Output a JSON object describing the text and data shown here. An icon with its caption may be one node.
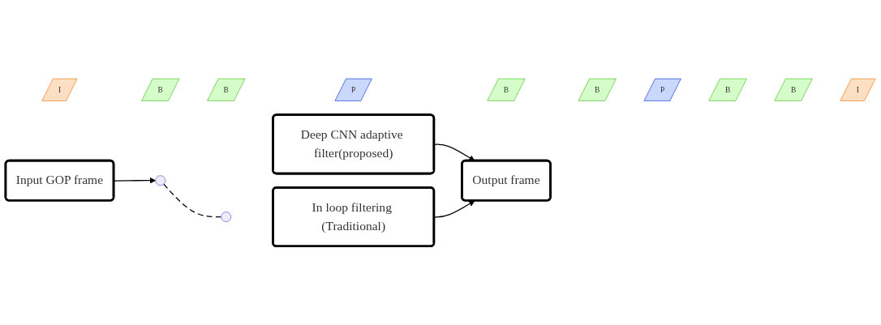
{
  "diagram": {
    "nodes": [
      {
        "text": [
          "Input GOP frame"
        ]
      },
      {
        "text": [
          "I"
        ]
      },
      {
        "text": [
          "B"
        ]
      },
      {
        "text": [
          "B"
        ]
      },
      {
        "text": [
          "P"
        ]
      },
      {
        "text": [
          "B"
        ]
      },
      {
        "text": [
          "B"
        ]
      },
      {
        "text": [
          "P"
        ]
      },
      {
        "text": [
          "B"
        ]
      },
      {
        "text": [
          "B"
        ]
      },
      {
        "text": [
          "I"
        ]
      },
      {
        "text": [],
        "shape": "circle"
      },
      {
        "text": [
          "Deep CNN adaptive filter(proposed)"
        ]
      },
      {
        "text": [],
        "shape": "circle"
      },
      {
        "text": [
          "In loop filtering (Traditional)"
        ]
      },
      {
        "text": [
          "Output frame"
        ]
      }
    ],
    "edges": [
      {
        "from": 0,
        "to": 11,
        "arrow": "to"
      },
      {
        "from": 11,
        "to": 13,
        "arrow": "none",
        "style": "dashed"
      },
      {
        "from": 12,
        "to": 15,
        "arrow": "to"
      },
      {
        "from": 14,
        "to": 15,
        "arrow": "to"
      }
    ]
  }
}
